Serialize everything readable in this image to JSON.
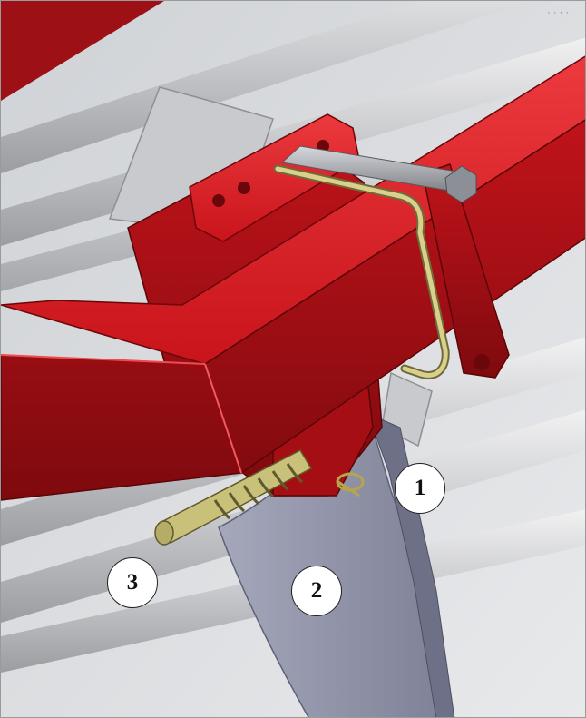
{
  "callouts": [
    {
      "label": "1"
    },
    {
      "label": "2"
    },
    {
      "label": "3"
    }
  ],
  "colors": {
    "frame_red": "#c8141a",
    "frame_red_dark": "#8e0c10",
    "frame_red_light": "#e3262c",
    "tine_gray": "#8d8fa6",
    "rod_gray": "#9ea1a6",
    "spring_yellow": "#cfc684",
    "background_tube": "#d9dadc"
  }
}
